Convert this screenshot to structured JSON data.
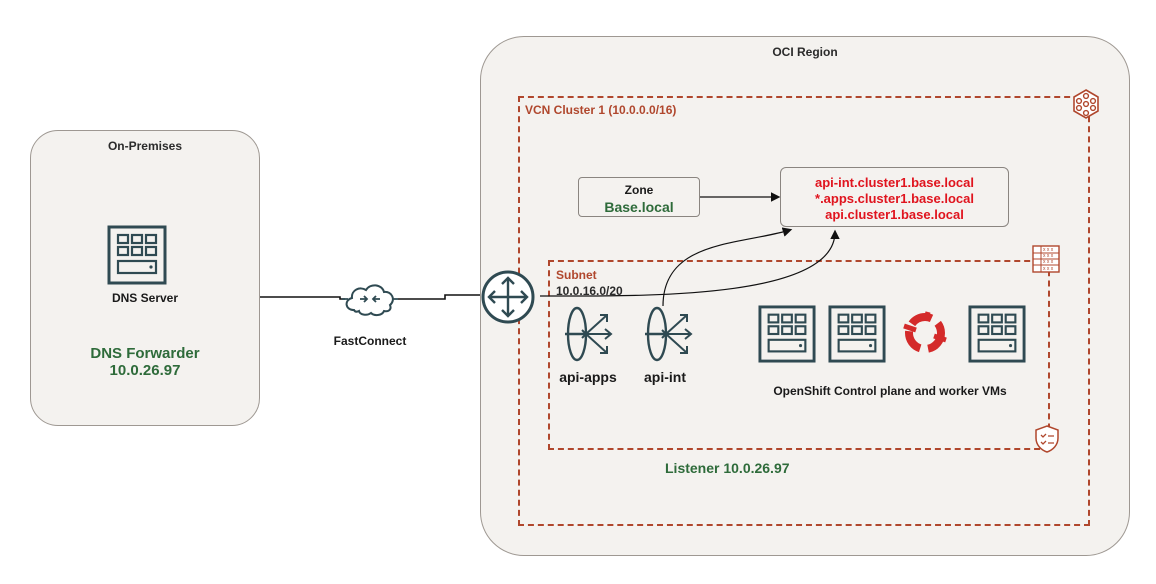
{
  "on_premises": {
    "title": "On-Premises",
    "dns_server_label": "DNS Server",
    "forwarder_label": "DNS Forwarder",
    "forwarder_ip": "10.0.26.97"
  },
  "fastconnect": {
    "label": "FastConnect"
  },
  "oci_region": {
    "title": "OCI Region",
    "vcn_label": "VCN Cluster 1 (10.0.0.0/16)",
    "zone": {
      "title": "Zone",
      "name": "Base.local"
    },
    "records": [
      "api-int.cluster1.base.local",
      "*.apps.cluster1.base.local",
      "api.cluster1.base.local"
    ],
    "subnet": {
      "title": "Subnet",
      "cidr": "10.0.16.0/20"
    },
    "load_balancers": [
      {
        "label": "api-apps"
      },
      {
        "label": "api-int"
      }
    ],
    "vms_label": "OpenShift Control plane and worker VMs",
    "listener_label": "Listener 10.0.26.97"
  },
  "colors": {
    "accent_red": "#b0472d",
    "record_red": "#e0141e",
    "green": "#2e6b3a",
    "icon_dark": "#2f4a52",
    "panel_bg": "#f4f2ef"
  },
  "icons": [
    "server-icon",
    "cloud-exchange-icon",
    "router-icon",
    "load-balancer-icon",
    "openshift-icon",
    "vcn-icon",
    "route-table-icon",
    "security-list-icon"
  ]
}
